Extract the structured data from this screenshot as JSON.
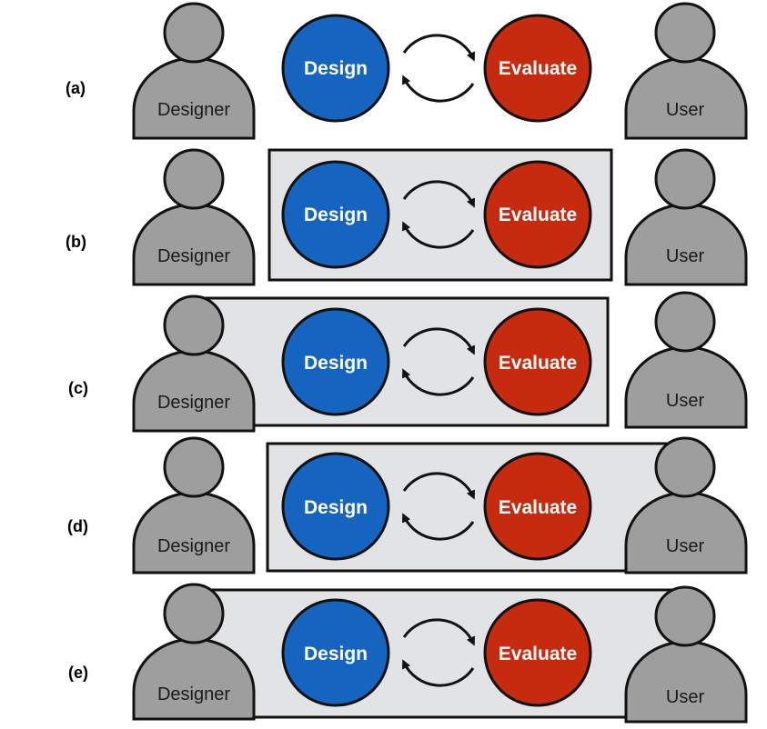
{
  "colors": {
    "design": "#1565c0",
    "evaluate": "#c62a0f",
    "person": "#9e9e9e",
    "box": "#e2e3e5"
  },
  "labels": {
    "design": "Design",
    "evaluate": "Evaluate",
    "designer": "Designer",
    "user": "User"
  },
  "panels": [
    {
      "label": "(a)",
      "box": "none"
    },
    {
      "label": "(b)",
      "box": "design-evaluate"
    },
    {
      "label": "(c)",
      "box": "designer-design-evaluate"
    },
    {
      "label": "(d)",
      "box": "design-evaluate-user"
    },
    {
      "label": "(e)",
      "box": "designer-design-evaluate-user"
    }
  ]
}
